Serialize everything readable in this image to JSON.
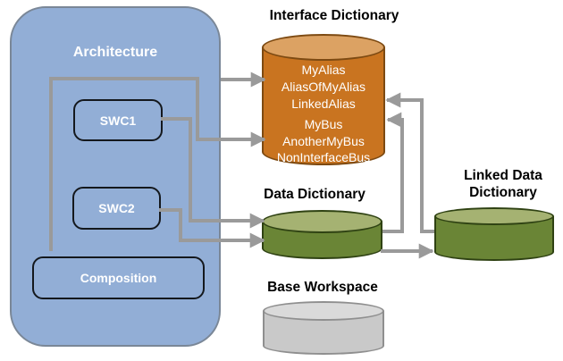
{
  "colors": {
    "canvas_bg": "#FFFFFF",
    "arch_fill": "#92AED6",
    "arch_stroke": "#7A8797",
    "inner_box_stroke": "#14181D",
    "label_text": "#FFFFFF",
    "title_text": "#000000",
    "connector": "#9A9A9A",
    "orange_body": "#C97420",
    "orange_top": "#DCA263",
    "orange_stroke": "#7D4A12",
    "green_body": "#6A8536",
    "green_top": "#A5B272",
    "green_stroke": "#2F4213",
    "gray_body": "#C9C9C9",
    "gray_top": "#DADADA",
    "gray_stroke": "#8F8F8F"
  },
  "architecture": {
    "label": "Architecture",
    "swc1_label": "SWC1",
    "swc2_label": "SWC2",
    "composition_label": "Composition"
  },
  "interface_dictionary": {
    "title": "Interface Dictionary",
    "alias_items": [
      "MyAlias",
      "AliasOfMyAlias",
      "LinkedAlias"
    ],
    "bus_items": [
      "MyBus",
      "AnotherMyBus",
      "NonInterfaceBus"
    ]
  },
  "data_dictionary": {
    "title": "Data Dictionary"
  },
  "linked_data_dictionary": {
    "title_line1": "Linked Data",
    "title_line2": "Dictionary"
  },
  "base_workspace": {
    "title": "Base Workspace"
  }
}
